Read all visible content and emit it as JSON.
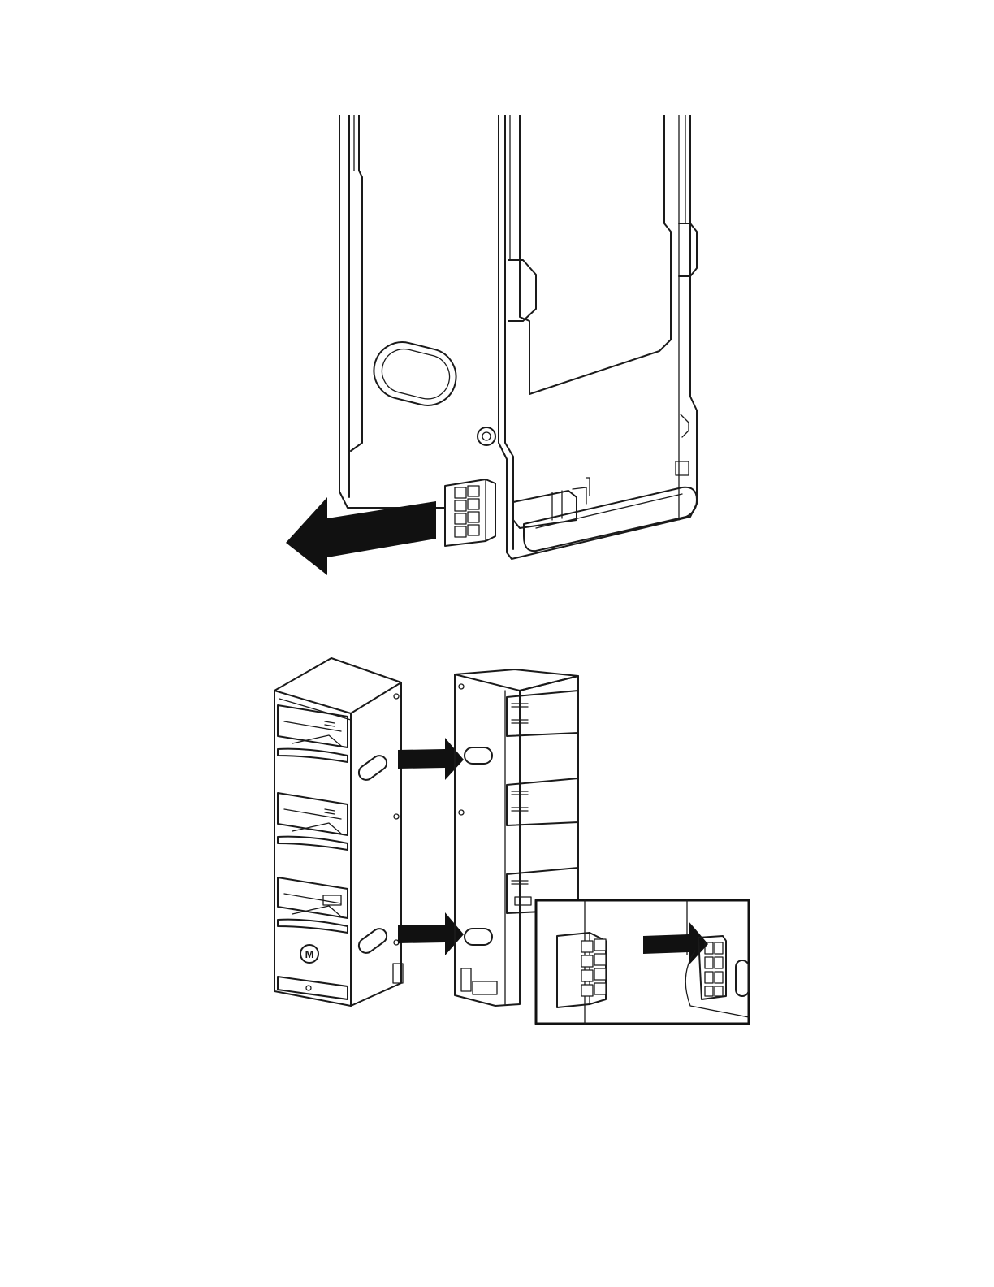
{
  "figures": {
    "top": {
      "subject": "charger-pocket-rear-with-connector",
      "arrow_direction": "left"
    },
    "bottom": {
      "subject": "two-multi-unit-chargers-joined",
      "arrow_direction": "right",
      "inset": "connector-detail"
    }
  },
  "logo": {
    "text": "M"
  },
  "colors": {
    "line": "#1a1a1a",
    "arrow": "#111111",
    "background": "#ffffff"
  }
}
